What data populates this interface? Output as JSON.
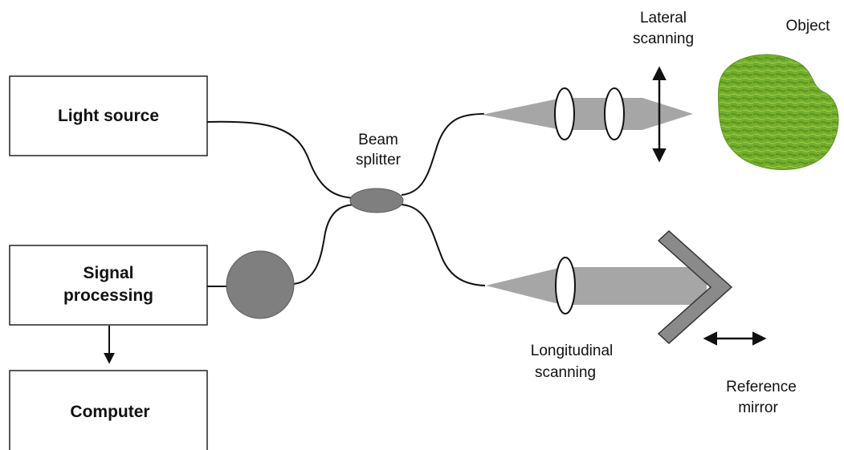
{
  "boxes": {
    "light_source": "Light source",
    "signal_processing_line1": "Signal",
    "signal_processing_line2": "processing",
    "computer": "Computer"
  },
  "labels": {
    "beam_splitter_line1": "Beam",
    "beam_splitter_line2": "splitter",
    "lateral_scanning_line1": "Lateral",
    "lateral_scanning_line2": "scanning",
    "object": "Object",
    "longitudinal_scanning_line1": "Longitudinal",
    "longitudinal_scanning_line2": "scanning",
    "reference_mirror_line1": "Reference",
    "reference_mirror_line2": "mirror"
  },
  "colors": {
    "beam": "#a6a6a6",
    "components": "#7f7f7f",
    "object": "#6fa82a"
  }
}
